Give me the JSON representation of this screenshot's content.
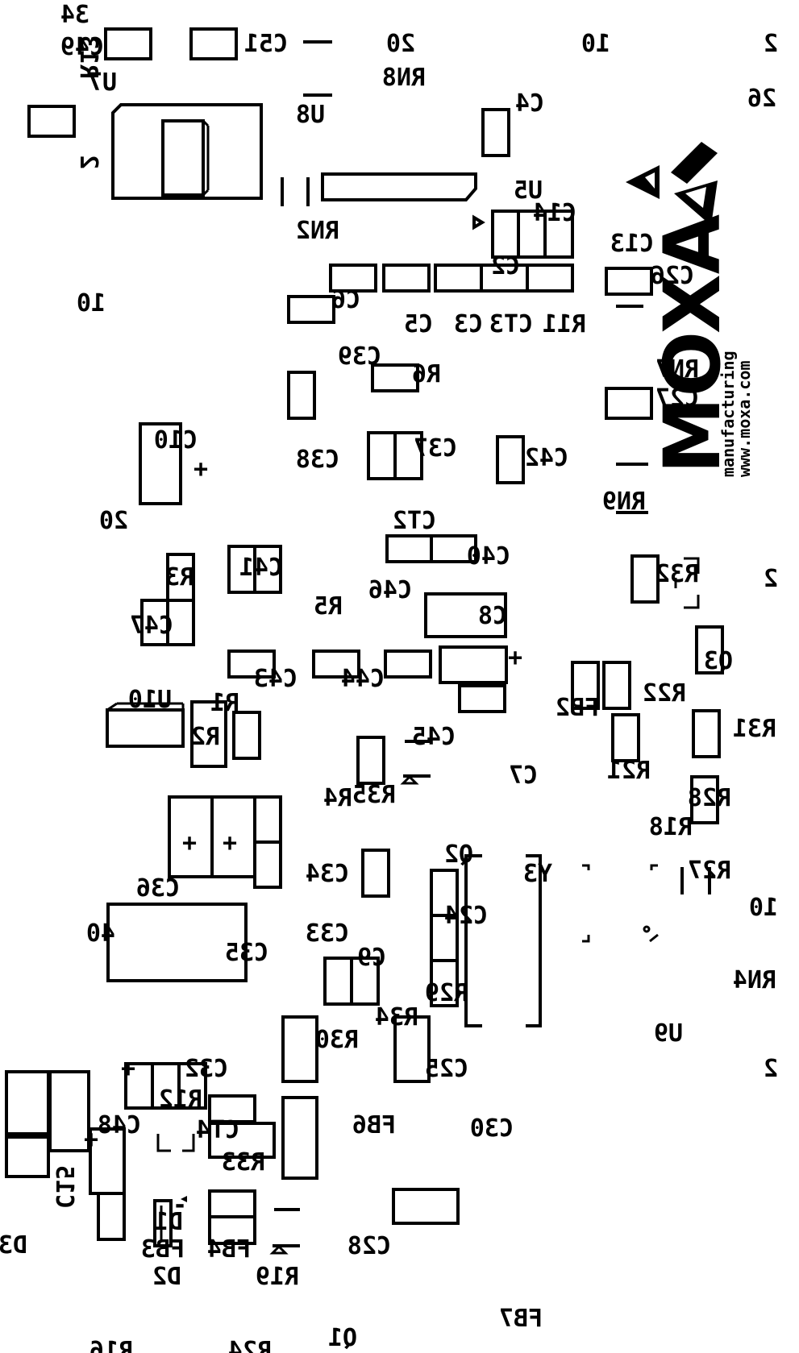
{
  "board": {
    "logo": {
      "brand": "MOXA",
      "tagline": "manufacturing",
      "url": "www.moxa.com"
    },
    "labels": {
      "c49": "C49",
      "n34": "34",
      "c51": "C51",
      "n20_top": "20",
      "n10_top": "10",
      "n2_top": "2",
      "rn8": "RN8",
      "u7": "U7",
      "r13": "R13",
      "n26": "26",
      "c4": "C4",
      "u8": "U8",
      "n2_left": "2",
      "u5": "U5",
      "c14": "C14",
      "rn2": "RN2",
      "c13": "C13",
      "c2": "C2",
      "c26": "C26",
      "n10_left": "10",
      "c6": "C6",
      "c5": "C5",
      "c3": "C3",
      "ct3": "CT3",
      "r11": "R11",
      "c39": "C39",
      "rn7": "RN7",
      "r6": "R6",
      "c27": "C27",
      "c10": "C10",
      "c38": "C38",
      "c37": "C37",
      "c42": "C42",
      "n20_left": "20",
      "ct2": "CT2",
      "rn9": "RN9",
      "c41": "C41",
      "c40": "C40",
      "r3": "R3",
      "c46": "C46",
      "r5": "R5",
      "n2_right": "2",
      "r32": "R32",
      "c47": "C47",
      "c8": "C8",
      "q3": "Q3",
      "u10": "U10",
      "r1": "R1",
      "c43": "C43",
      "c44": "C44",
      "r22": "R22",
      "fb2": "FB2",
      "c45": "C45",
      "r31": "R31",
      "r2": "R2",
      "c7": "C7",
      "r21": "R21",
      "r35": "R35",
      "r4": "R4",
      "r28": "R28",
      "r18": "R18",
      "q2": "Q2",
      "r27": "R27",
      "c34": "C34",
      "y3": "Y3",
      "c36": "C36",
      "n10_right": "10",
      "c24": "C24",
      "n40": "40",
      "c33": "C33",
      "c35": "C35",
      "c9": "C9",
      "rn4": "RN4",
      "r29": "R29",
      "r34": "R34",
      "u9": "U9",
      "r30": "R30",
      "c25": "C25",
      "c32": "C32",
      "n2_bottom": "2",
      "r12": "R12",
      "c48": "C48",
      "ct4": "CT4",
      "fb6": "FB6",
      "c30": "C30",
      "r33": "R33",
      "d1": "D1",
      "c15": "C15",
      "d3": "D3",
      "fb3": "FB3",
      "fb4": "FB4",
      "c28": "C28",
      "d2": "D2",
      "r19": "R19",
      "fb7": "FB7",
      "r16": "R16",
      "r24": "R24",
      "q1": "Q1"
    },
    "polarity_mark": "+",
    "pin_mark": "-"
  }
}
